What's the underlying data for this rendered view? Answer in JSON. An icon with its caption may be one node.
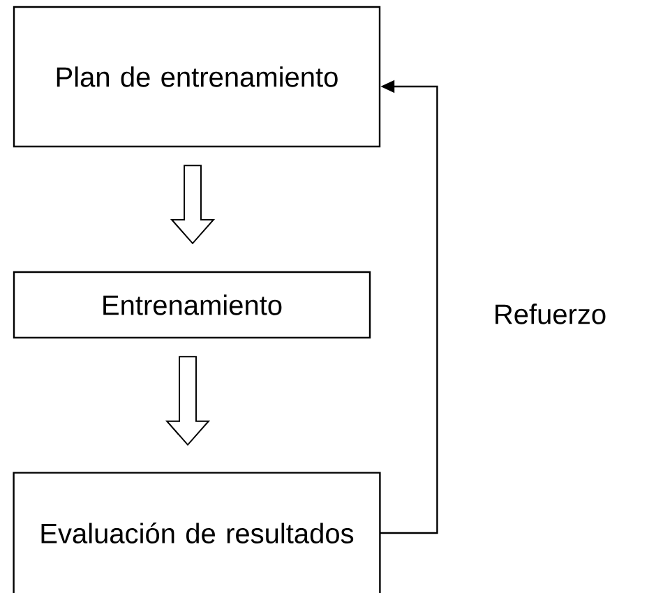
{
  "diagram": {
    "nodes": [
      {
        "text": [
          "Plan de entrenamiento"
        ]
      },
      {
        "text": [
          "Entrenamiento"
        ]
      },
      {
        "text": [
          "Evaluación de resultados"
        ]
      }
    ],
    "edges": [
      {
        "from": 0,
        "to": 1,
        "arrow": "to"
      },
      {
        "from": 1,
        "to": 2,
        "arrow": "to"
      },
      {
        "from": 2,
        "to": 0,
        "arrow": "to",
        "label": "Refuerzo"
      }
    ]
  }
}
